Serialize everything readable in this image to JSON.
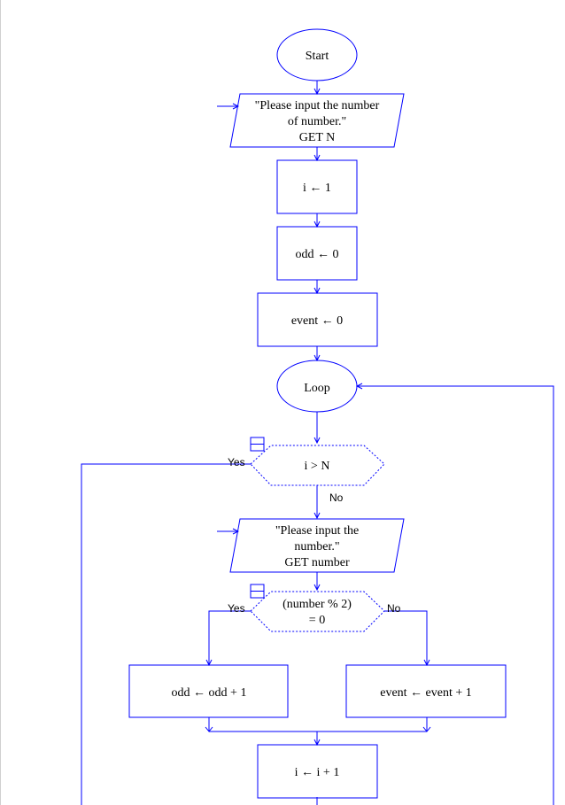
{
  "colors": {
    "stroke": "#0000ff",
    "text": "#000000",
    "background": "#ffffff"
  },
  "nodes": {
    "start": "Start",
    "input_n": [
      "\"Please input the number",
      "of number.\"",
      "GET N"
    ],
    "assign_i": "i ← 1",
    "assign_odd": "odd ← 0",
    "assign_event": "event ← 0",
    "loop": "Loop",
    "cond_i": "i > N",
    "input_number": [
      "\"Please input the",
      "number.\"",
      "GET number"
    ],
    "cond_mod": [
      "(number % 2)",
      "= 0"
    ],
    "odd_inc": "odd ← odd  +  1",
    "event_inc": "event ← event  +  1",
    "i_inc": "i ← i  +  1"
  },
  "labels": {
    "cond_i_yes": "Yes",
    "cond_i_no": "No",
    "cond_mod_yes": "Yes",
    "cond_mod_no": "No"
  }
}
